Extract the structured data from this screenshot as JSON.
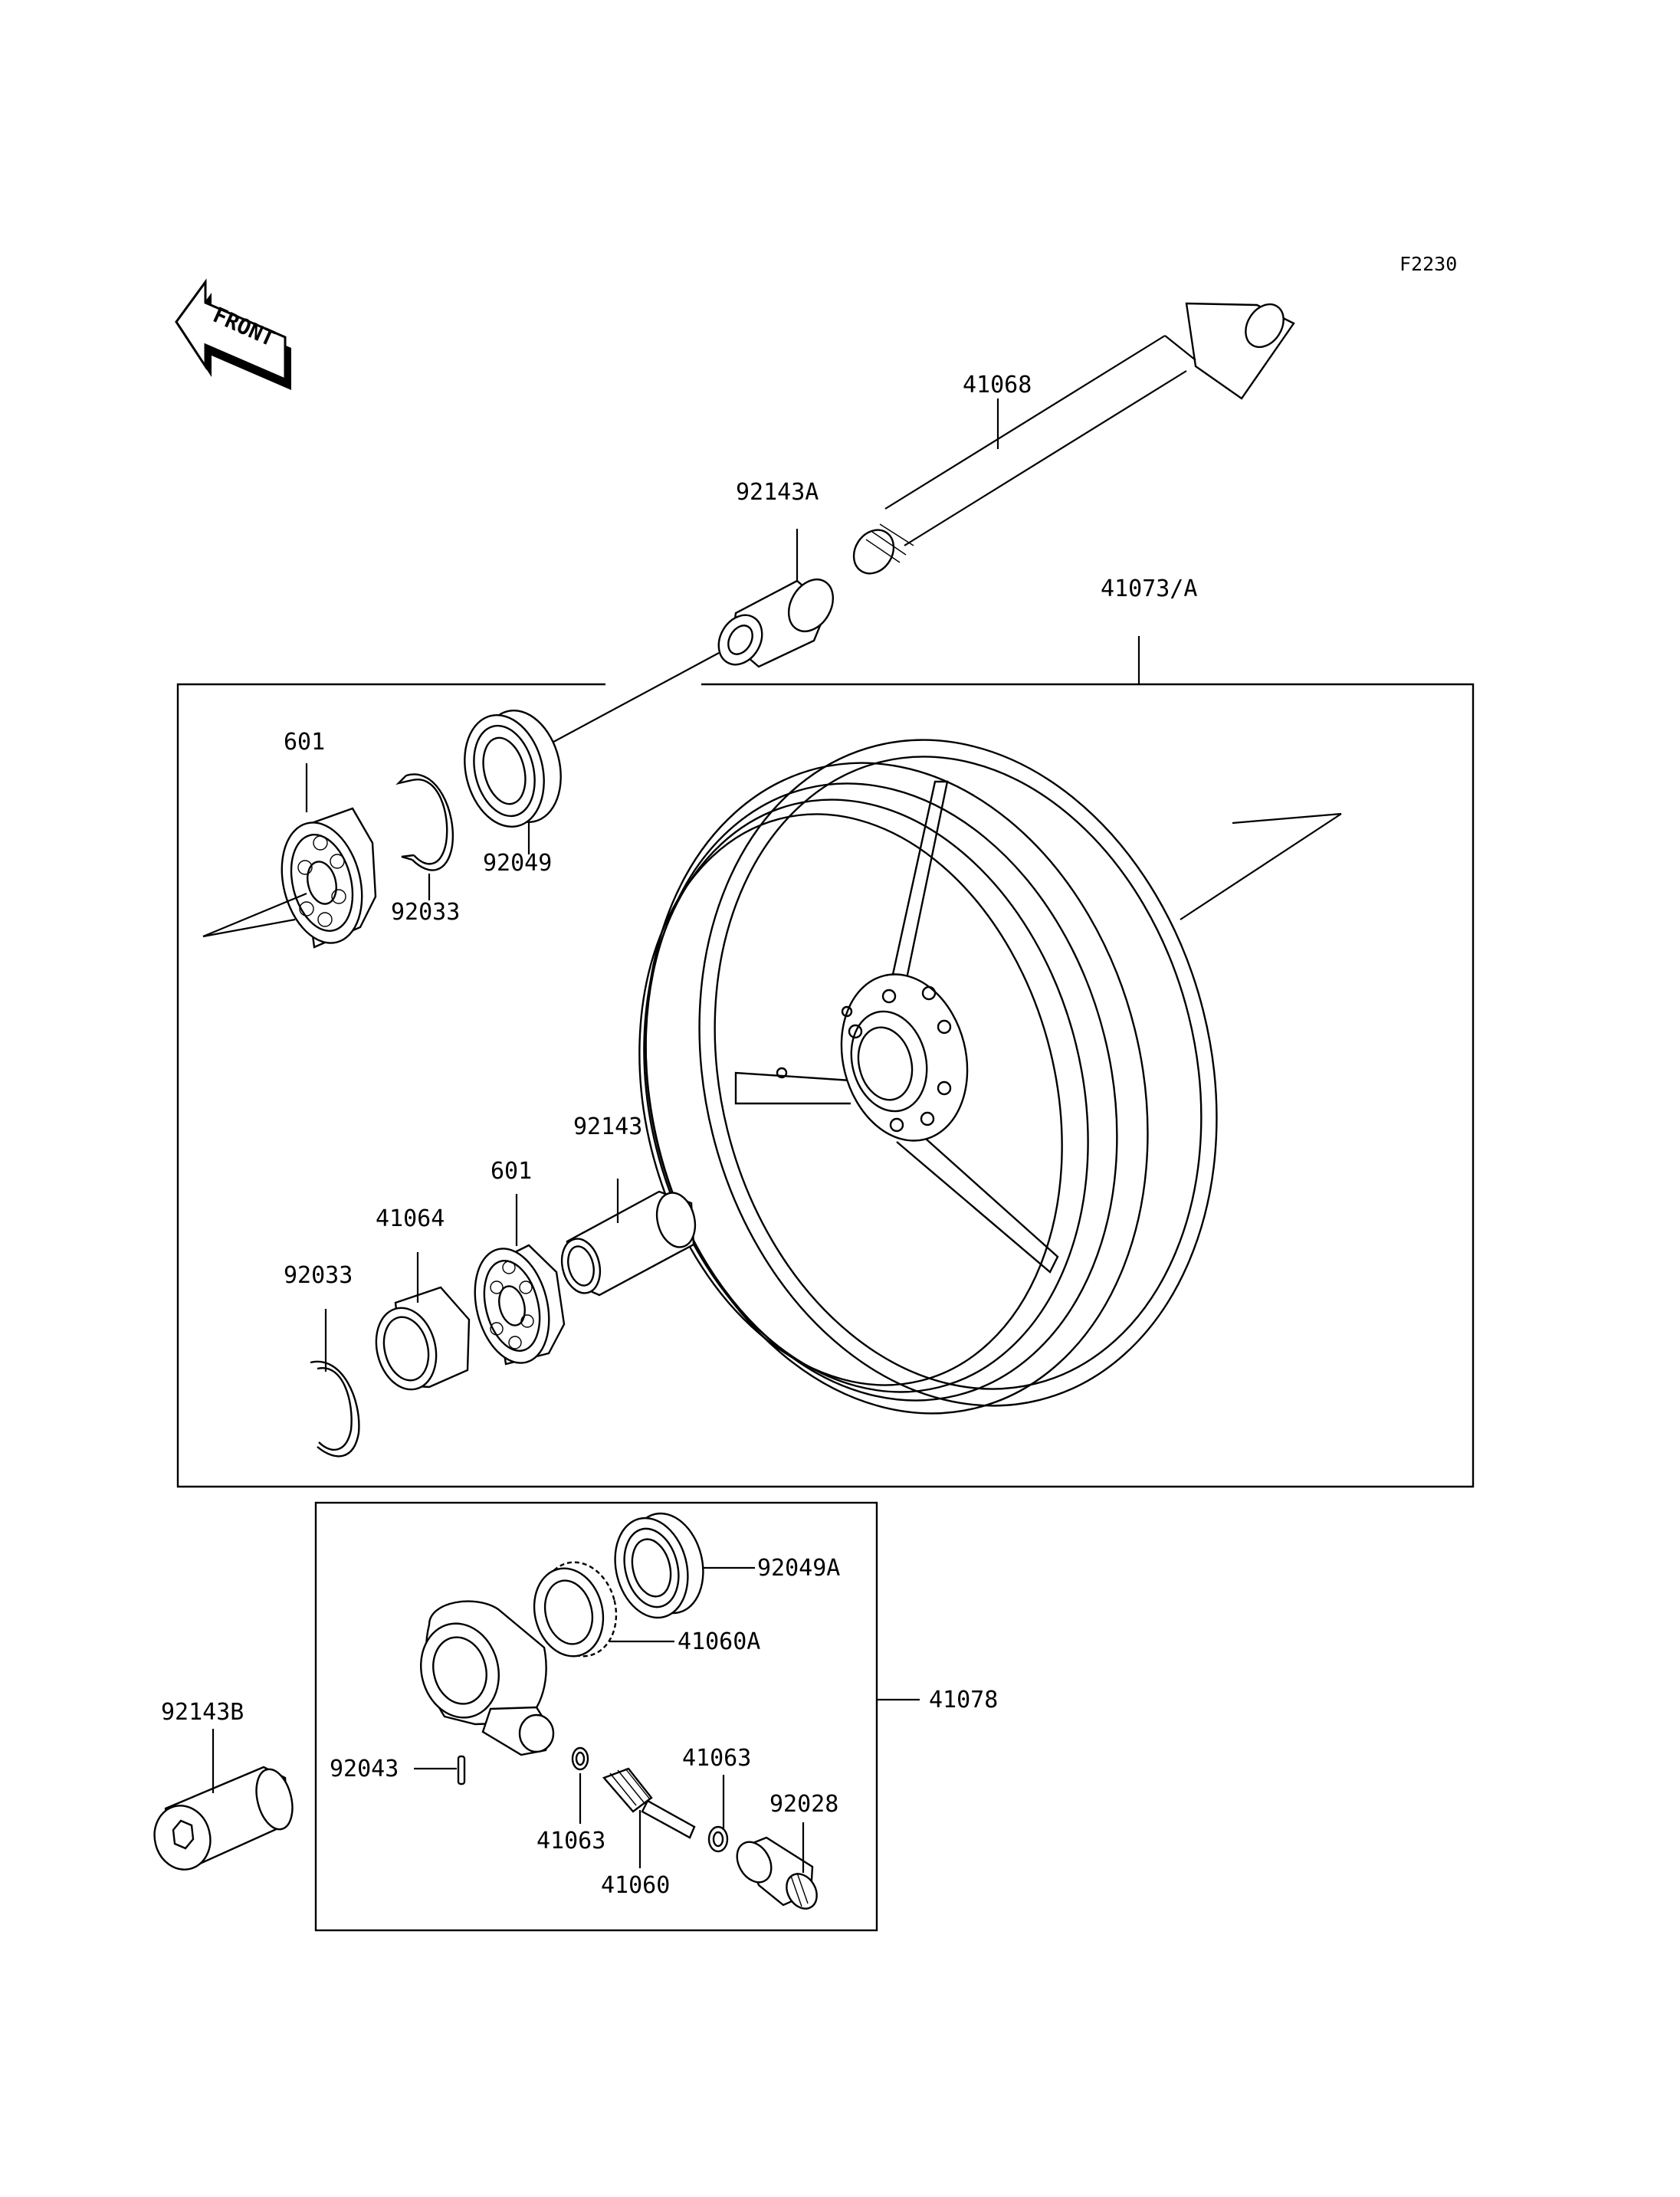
{
  "figure_code": "F2230",
  "front_badge": "FRONT",
  "labels": {
    "p41068": "41068",
    "p92143A": "92143A",
    "p41073A": "41073/A",
    "p601_top": "601",
    "p92049": "92049",
    "p92033_top": "92033",
    "p92143": "92143",
    "p601_bottom": "601",
    "p41064": "41064",
    "p92033_bottom": "92033",
    "p92049A": "92049A",
    "p41060A": "41060A",
    "p41078": "41078",
    "p92143B": "92143B",
    "p92043": "92043",
    "p41063_a": "41063",
    "p41063_b": "41063",
    "p92028": "92028",
    "p41060": "41060"
  }
}
